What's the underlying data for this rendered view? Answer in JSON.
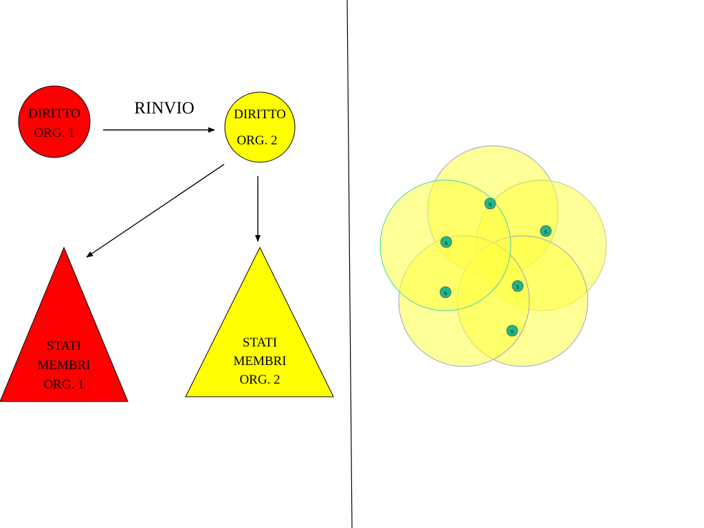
{
  "diagram": {
    "left": {
      "node1": {
        "lines": [
          "DIRITTO",
          "ORG. 1"
        ],
        "fill": "#ff0000"
      },
      "node2": {
        "lines": [
          "DIRITTO",
          "ORG. 2"
        ],
        "fill": "#ffff00"
      },
      "arrow_label": "RINVIO",
      "triangle1": {
        "lines": [
          "STATI",
          "MEMBRI",
          "ORG. 1"
        ],
        "fill": "#ff0000"
      },
      "triangle2": {
        "lines": [
          "STATI",
          "MEMBRI",
          "ORG. 2"
        ],
        "fill": "#ffff00"
      }
    },
    "right": {
      "circle_fill": "#ffff66",
      "marker_fill": "#1ab98a",
      "marker_label": "s"
    }
  }
}
